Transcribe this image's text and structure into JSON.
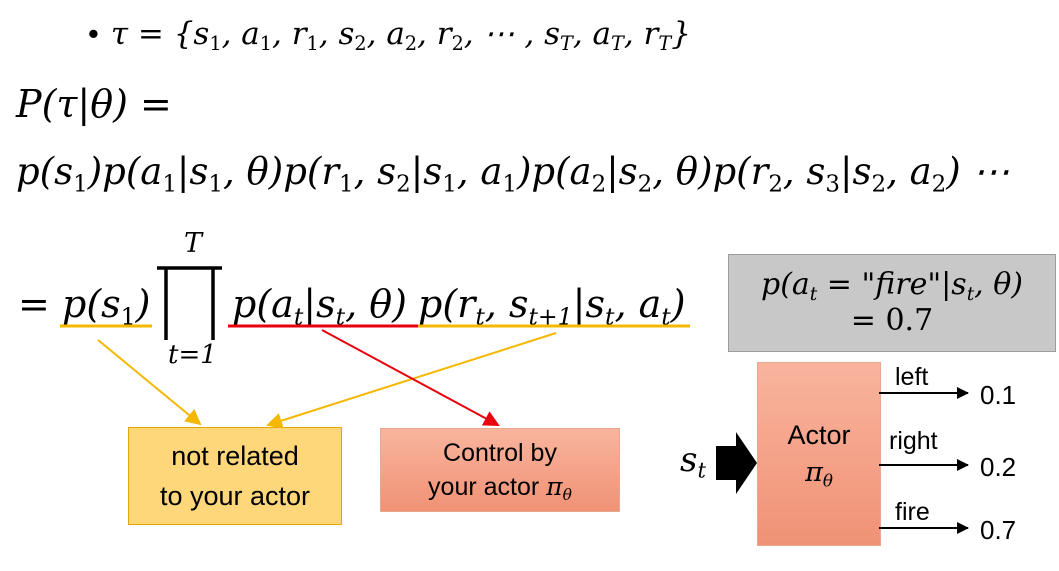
{
  "formula": {
    "bullet": "•",
    "trajectory": {
      "lhs": "τ = {",
      "s1": "s",
      "s1_sub": "1",
      "sep1": ", ",
      "a1": "a",
      "a1_sub": "1",
      "sep2": ", ",
      "r1": "r",
      "r1_sub": "1",
      "sep3": ", ",
      "s2": "s",
      "s2_sub": "2",
      "sep4": ", ",
      "a2": "a",
      "a2_sub": "2",
      "sep5": ", ",
      "r2": "r",
      "r2_sub": "2",
      "sep6": ", ⋯ , ",
      "sT": "s",
      "sT_sub": "T",
      "sep7": ", ",
      "aT": "a",
      "aT_sub": "T",
      "sep8": ", ",
      "rT": "r",
      "rT_sub": "T",
      "close": "}"
    },
    "p_tau_theta": "P(τ|θ) =",
    "product_expansion": {
      "t1": "p(s",
      "t1_sub": "1",
      "t2": ")p(a",
      "t2_sub": "1",
      "t3": "|s",
      "t3_sub": "1",
      "t4": ", θ)p(r",
      "t4_sub": "1",
      "t5": ", s",
      "t5_sub": "2",
      "t6": "|s",
      "t6_sub": "1",
      "t7": ", a",
      "t7_sub": "1",
      "t8": ")p(a",
      "t8_sub": "2",
      "t9": "|s",
      "t9_sub": "2",
      "t10": ", θ)p(r",
      "t10_sub": "2",
      "t11": ", s",
      "t11_sub": "3",
      "t12": "|s",
      "t12_sub": "2",
      "t13": ", a",
      "t13_sub": "2",
      "t14": ") ⋯"
    },
    "compact": {
      "equals": "=",
      "ps1": "p(s",
      "ps1_sub": "1",
      "ps1_close": ")",
      "prod_upper": "T",
      "prod_lower": "t=1",
      "fa": "p(a",
      "fa_sub": "t",
      "fa_mid": "|s",
      "fa_sub2": "t",
      "fa_end": ", θ)",
      "fr": "p(r",
      "fr_sub": "t",
      "fr_mid": ", s",
      "fr_sub2": "t+1",
      "fr_mid2": "|s",
      "fr_sub3": "t",
      "fr_mid3": ", a",
      "fr_sub4": "t",
      "fr_end": ")"
    }
  },
  "probability_box": {
    "line1_a": "p(a",
    "line1_sub": "t",
    "line1_b": " = \"fire\"|s",
    "line1_sub2": "t",
    "line1_c": ", θ)",
    "line2": "= 0.7"
  },
  "note_box": {
    "line1": "not related",
    "line2": "to your actor"
  },
  "control_box": {
    "line1": "Control by",
    "line2_text": "your actor ",
    "line2_pi": "π",
    "line2_sub": "θ"
  },
  "actor": {
    "input_label": "s",
    "input_sub": "t",
    "title": "Actor",
    "policy": "π",
    "policy_sub": "θ",
    "outputs": [
      {
        "label": "left",
        "value": "0.1"
      },
      {
        "label": "right",
        "value": "0.2"
      },
      {
        "label": "fire",
        "value": "0.7"
      }
    ]
  },
  "colors": {
    "environment_underline": "#f5b800",
    "actor_underline": "#e8000c",
    "yellow_arrow": "#f5b800",
    "red_arrow": "#e8000c",
    "note_fill": "#fdd77a",
    "actor_fill": "#f4a285",
    "prob_box_fill": "#c8c8c8"
  }
}
